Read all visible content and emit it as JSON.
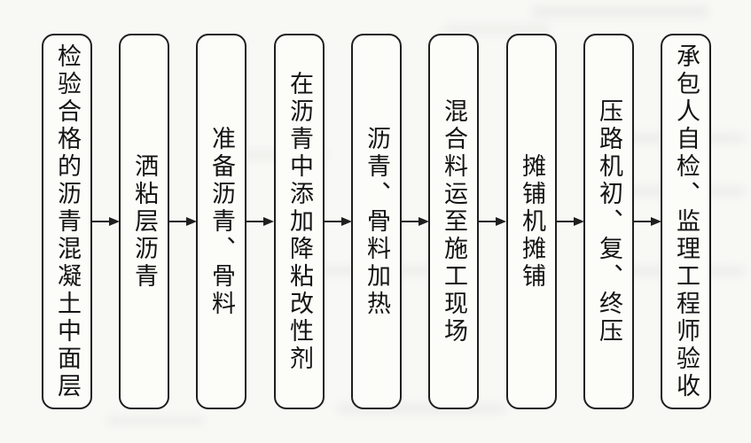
{
  "flowchart": {
    "type": "process-flow",
    "direction": "left-to-right",
    "connector": "solid-right-arrow",
    "text_orientation": "vertical",
    "steps": [
      {
        "label": "检验合格的沥青混凝土中面层"
      },
      {
        "label": "洒粘层沥青"
      },
      {
        "label": "准备沥青、骨料"
      },
      {
        "label": "在沥青中添加降粘改性剂"
      },
      {
        "label": "沥青、骨料加热"
      },
      {
        "label": "混合料运至施工现场"
      },
      {
        "label": "摊铺机摊铺"
      },
      {
        "label": "压路机初、复、终压"
      },
      {
        "label": "承包人自检、监理工程师验收"
      }
    ],
    "colors": {
      "box_border": "#1f1f1f",
      "box_background": "#fcfcf9",
      "page_background": "#f8f8f5",
      "text": "#141414"
    }
  }
}
